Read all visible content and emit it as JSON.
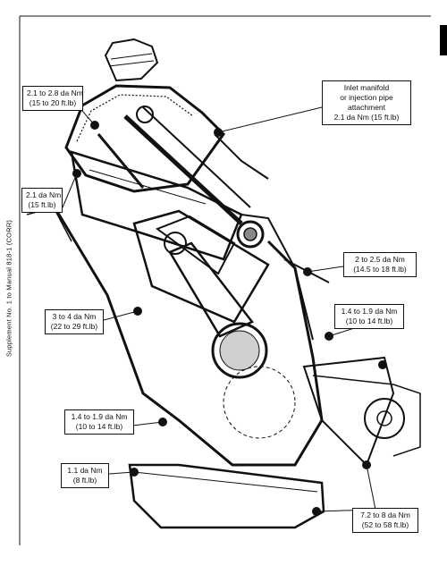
{
  "side_caption": "Supplement No. 1 to Manual 818-1 (CORR)",
  "callouts": {
    "top_left": {
      "line1": "2.1 to 2.8 da Nm",
      "line2": "(15 to 20 ft.lb)"
    },
    "inlet": {
      "line1": "Inlet manifold",
      "line2": "or injection pipe",
      "line3": "attachment",
      "line4": "2.1 da Nm (15 ft.lb)"
    },
    "left_mid": {
      "line1": "2.1 da Nm",
      "line2": "(15 ft.lb)"
    },
    "right_upper": {
      "line1": "2 to 2.5 da Nm",
      "line2": "(14.5 to 18 ft.lb)"
    },
    "right_mid": {
      "line1": "1.4 to 1.9 da Nm",
      "line2": "(10 to 14 ft.lb)"
    },
    "left_lower": {
      "line1": "3 to 4 da Nm",
      "line2": "(22 to 29 ft.lb)"
    },
    "left_low2": {
      "line1": "1.4 to 1.9 da Nm",
      "line2": "(10 to 14 ft.lb)"
    },
    "bottom_left": {
      "line1": "1.1 da Nm",
      "line2": "(8 ft.lb)"
    },
    "bottom_right": {
      "line1": "7.2 to 8 da Nm",
      "line2": "(52 to 58 ft.lb)"
    }
  }
}
